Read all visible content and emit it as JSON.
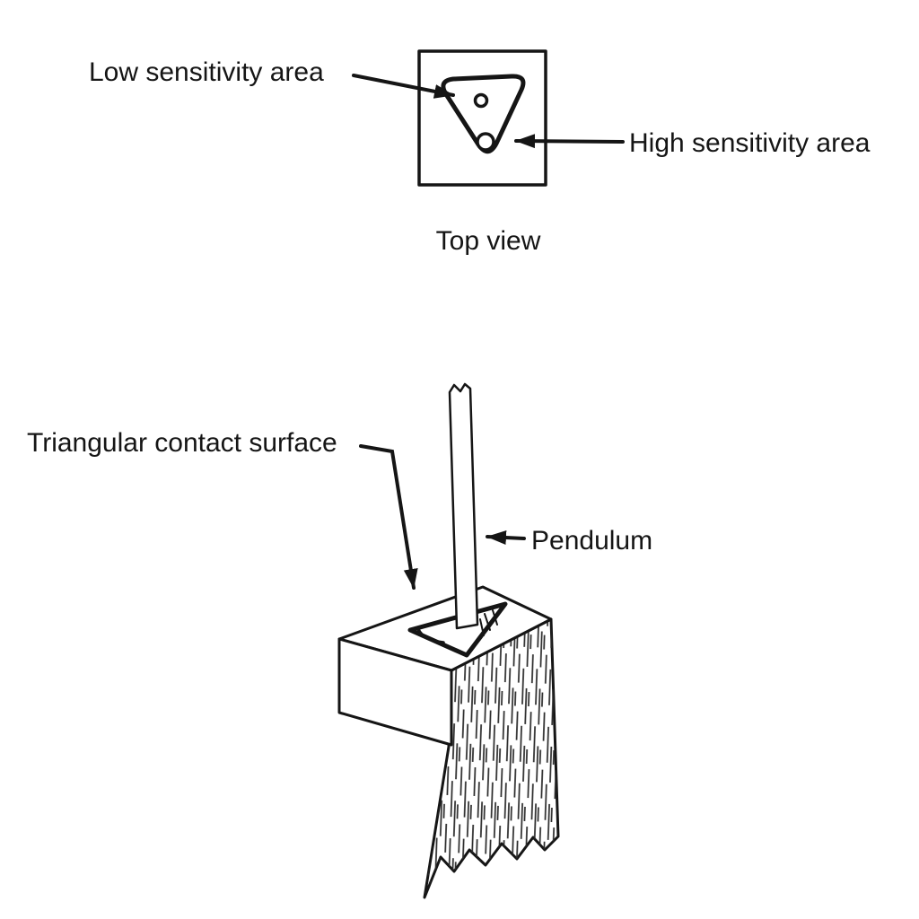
{
  "figure": {
    "description": "Pendulum tilt sensor diagram with top view and isometric side view",
    "top_view": {
      "low_label": "Low sensitivity area",
      "high_label": "High sensitivity area",
      "caption": "Top view"
    },
    "side_view": {
      "contact_label": "Triangular contact surface",
      "pendulum_label": "Pendulum"
    },
    "colors": {
      "ink": "#151515",
      "background": "#ffffff"
    }
  }
}
